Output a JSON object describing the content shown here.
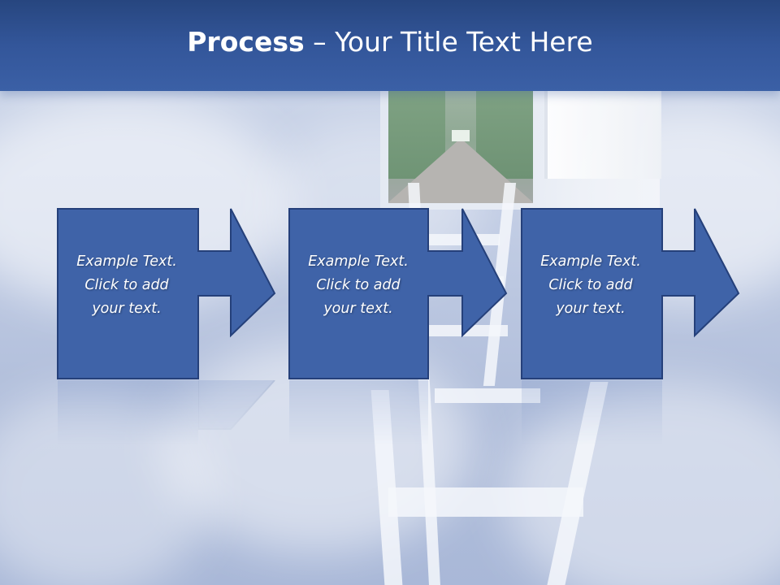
{
  "header": {
    "title_bold": "Process",
    "title_rest": " – Your Title Text Here"
  },
  "steps": [
    {
      "line1": "Example Text.",
      "line2": "Click  to add",
      "line3": "your text."
    },
    {
      "line1": "Example Text.",
      "line2": "Click  to add",
      "line3": "your text."
    },
    {
      "line1": "Example Text.",
      "line2": "Click  to add",
      "line3": "your text."
    }
  ],
  "colors": {
    "header": "#33569a",
    "box_fill": "#3f63a8",
    "box_stroke": "#25407a",
    "text": "#ffffff"
  }
}
